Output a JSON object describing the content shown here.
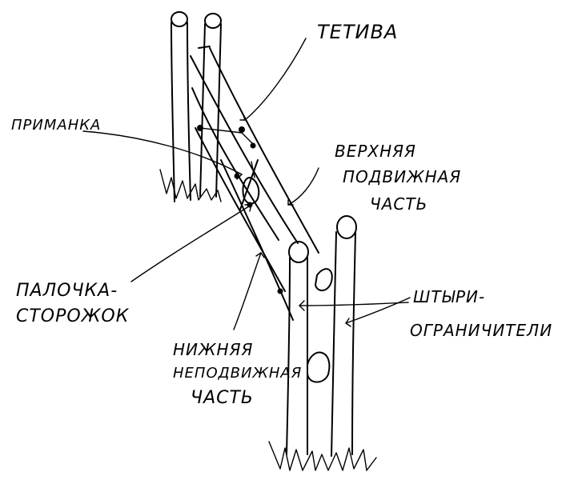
{
  "labels": {
    "bowstring": "ТЕТИВА",
    "bait": "ПРИМАНКА",
    "upper_line1": "ВЕРХНЯЯ",
    "upper_line2": "ПОДВИЖНАЯ",
    "upper_line3": "ЧАСТЬ",
    "trigger_line1": "ПАЛОЧКА-",
    "trigger_line2": "СТОРОЖОК",
    "lower_line1": "НИЖНЯЯ",
    "lower_line2": "НЕПОДВИЖНАЯ",
    "lower_line3": "ЧАСТЬ",
    "stakes_line1": "ШТЫРИ-",
    "stakes_line2": "ОГРАНИЧИТЕЛИ"
  },
  "ink_color": "#000000"
}
